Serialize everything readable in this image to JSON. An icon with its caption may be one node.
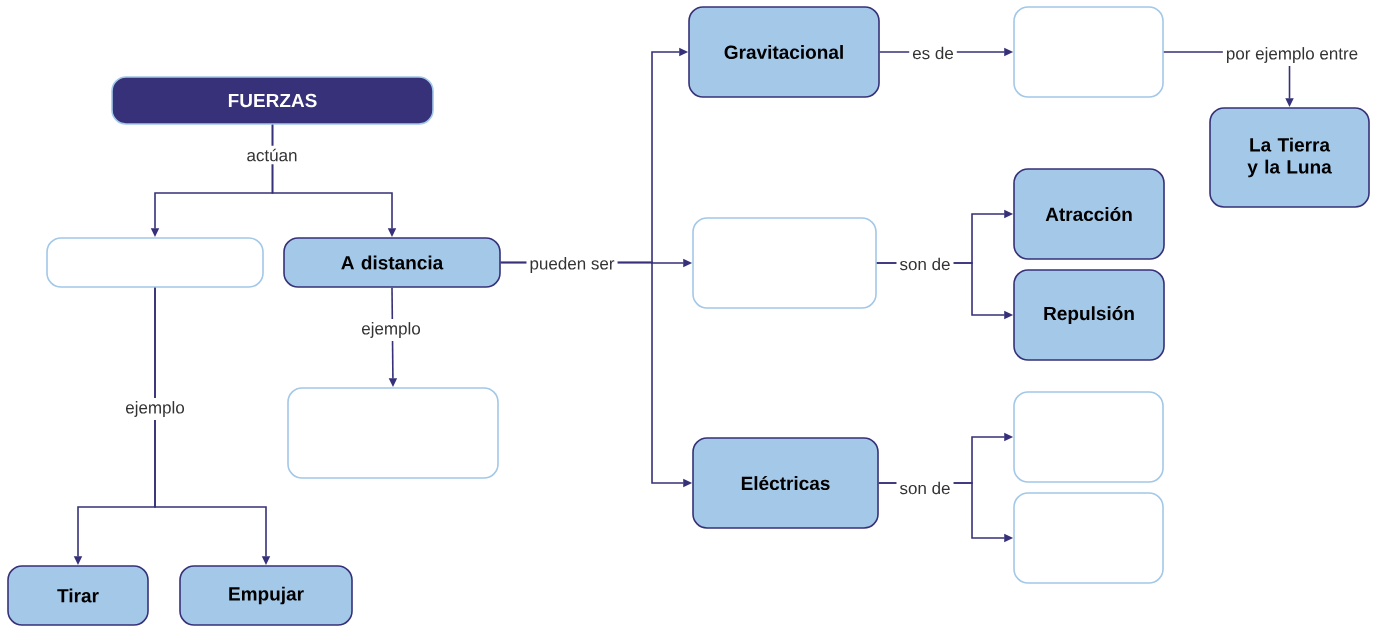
{
  "diagram": {
    "nodes": [
      {
        "text": [
          "FUERZAS"
        ]
      },
      {
        "text": [],
        "shape": "box"
      },
      {
        "text": [
          "A distancia"
        ]
      },
      {
        "text": [],
        "shape": "box"
      },
      {
        "text": [
          "Tirar"
        ]
      },
      {
        "text": [
          "Empujar"
        ]
      },
      {
        "text": [
          "Gravitacional"
        ]
      },
      {
        "text": [],
        "shape": "box"
      },
      {
        "text": [
          "Eléctricas"
        ]
      },
      {
        "text": [],
        "shape": "box"
      },
      {
        "text": [
          "La Tierra y la Luna"
        ]
      },
      {
        "text": [
          "Atracción"
        ]
      },
      {
        "text": [
          "Repulsión"
        ]
      },
      {
        "text": [],
        "shape": "box"
      },
      {
        "text": [],
        "shape": "box"
      }
    ],
    "edges": [
      {
        "from": 0,
        "to": 1,
        "arrow": "to",
        "label": "actúan"
      },
      {
        "from": 0,
        "to": 2,
        "arrow": "to"
      },
      {
        "from": 1,
        "to": 4,
        "arrow": "to",
        "label": "ejemplo"
      },
      {
        "from": 1,
        "to": 5,
        "arrow": "to"
      },
      {
        "from": 2,
        "to": 3,
        "arrow": "to",
        "label": "ejemplo"
      },
      {
        "from": 2,
        "to": 6,
        "arrow": "to",
        "label": "pueden ser"
      },
      {
        "from": 2,
        "to": 7,
        "arrow": "to"
      },
      {
        "from": 2,
        "to": 8,
        "arrow": "to"
      },
      {
        "from": 6,
        "to": 9,
        "arrow": "to",
        "label": "es de"
      },
      {
        "from": 9,
        "to": 10,
        "arrow": "to",
        "label": "por ejemplo entre"
      },
      {
        "from": 7,
        "to": 11,
        "arrow": "to",
        "label": "son de"
      },
      {
        "from": 7,
        "to": 12,
        "arrow": "to"
      },
      {
        "from": 8,
        "to": 13,
        "arrow": "to",
        "label": "son de"
      },
      {
        "from": 8,
        "to": 14,
        "arrow": "to"
      }
    ]
  }
}
